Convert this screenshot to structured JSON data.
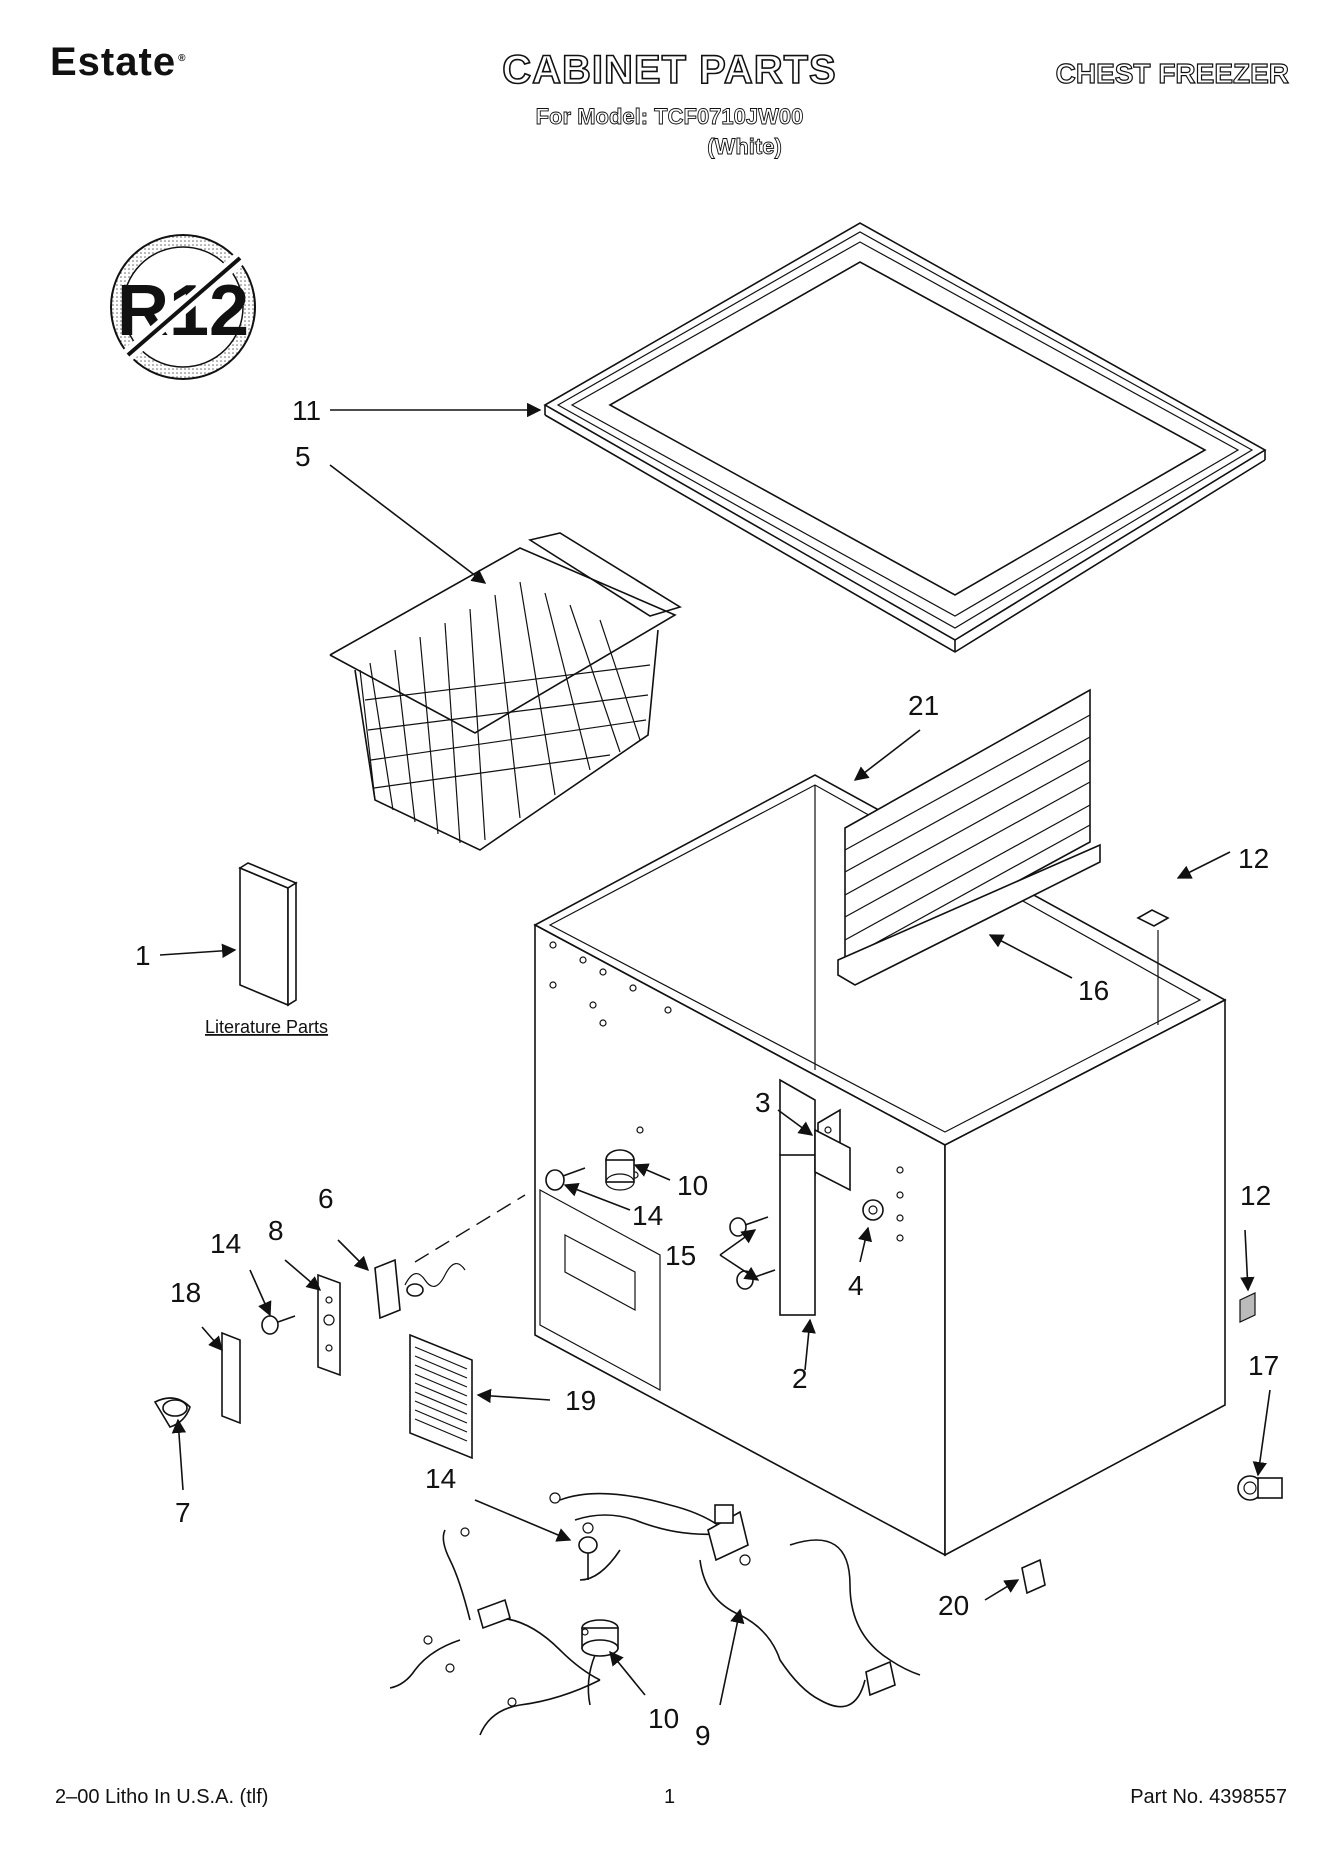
{
  "header": {
    "brand": "Estate",
    "title": "CABINET PARTS",
    "category": "CHEST FREEZER",
    "model_line": "For Model: TCF0710JW00",
    "color_line": "(White)"
  },
  "badge": {
    "text": "R12",
    "icon": "no-r12-refrigerant-icon"
  },
  "literature_label": "Literature Parts",
  "callouts": {
    "c1": "1",
    "c2": "2",
    "c3": "3",
    "c4": "4",
    "c5": "5",
    "c6": "6",
    "c7": "7",
    "c8": "8",
    "c9": "9",
    "c10a": "10",
    "c10b": "10",
    "c11": "11",
    "c12a": "12",
    "c12b": "12",
    "c14a": "14",
    "c14b": "14",
    "c14c": "14",
    "c15": "15",
    "c16": "16",
    "c17": "17",
    "c18": "18",
    "c19": "19",
    "c20": "20",
    "c21": "21"
  },
  "footer": {
    "left": "2–00 Litho In U.S.A. (tlf)",
    "center": "1",
    "right": "Part No. 4398557"
  }
}
